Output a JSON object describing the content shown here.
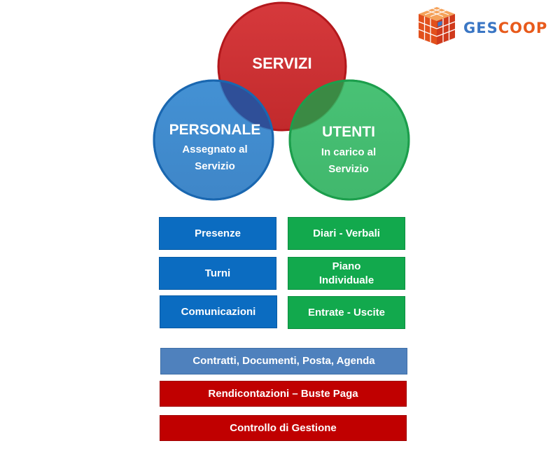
{
  "venn": {
    "servizi": {
      "title": "SERVIZI",
      "color": "#cc2b2f"
    },
    "personale": {
      "title": "PERSONALE",
      "subtitle_line1": "Assegnato al",
      "subtitle_line2": "Servizio",
      "color": "#2a7cc7"
    },
    "utenti": {
      "title": "UTENTI",
      "subtitle_line1": "In carico al",
      "subtitle_line2": "Servizio",
      "color": "#2db560"
    }
  },
  "logo": {
    "text_part1": "GES",
    "text_part2": "COOP"
  },
  "personale_boxes": [
    {
      "label": "Presenze"
    },
    {
      "label": "Turni"
    },
    {
      "label": "Comunicazioni"
    }
  ],
  "utenti_boxes": [
    {
      "label": "Diari - Verbali"
    },
    {
      "label": "Piano Individuale"
    },
    {
      "label": "Entrate - Uscite"
    }
  ],
  "bottom_bars": [
    {
      "label": "Contratti, Documenti, Posta, Agenda"
    },
    {
      "label": "Rendicontazioni – Buste Paga"
    },
    {
      "label": "Controllo di Gestione"
    }
  ],
  "colors": {
    "blue_box": "#0b6cc1",
    "green_box": "#12a94d",
    "steel_bar": "#4f81bd",
    "red_bar": "#c00000",
    "logo_blue": "#3a76c4",
    "logo_orange": "#e85a1b"
  }
}
